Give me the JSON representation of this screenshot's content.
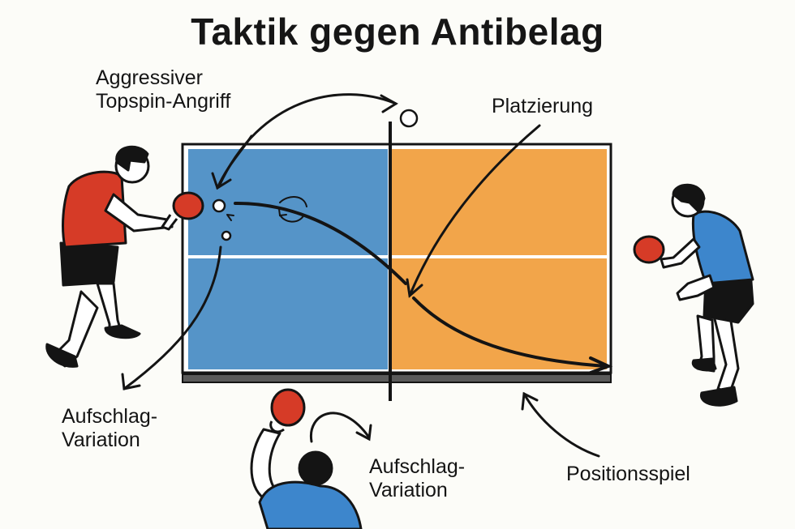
{
  "title": "Taktik gegen Antibelag",
  "labels": {
    "topspin": {
      "line1": "Aggressiver",
      "line2": "Topspin-Angriff"
    },
    "placement": "Platzierung",
    "serve_left": {
      "line1": "Aufschlag-",
      "line2": "Variation"
    },
    "serve_bottom": {
      "line1": "Aufschlag-",
      "line2": "Variation"
    },
    "position": "Positionsspiel"
  },
  "colors": {
    "table_left": "#5594c8",
    "table_right": "#f2a54a",
    "shirt_red": "#d63b27",
    "shirt_blue": "#3d86cc",
    "paddle": "#d63b27",
    "ink": "#141414",
    "background": "#fcfcf8"
  },
  "figures": [
    "player-red-left",
    "player-blue-right",
    "player-blue-bottom-serving"
  ]
}
